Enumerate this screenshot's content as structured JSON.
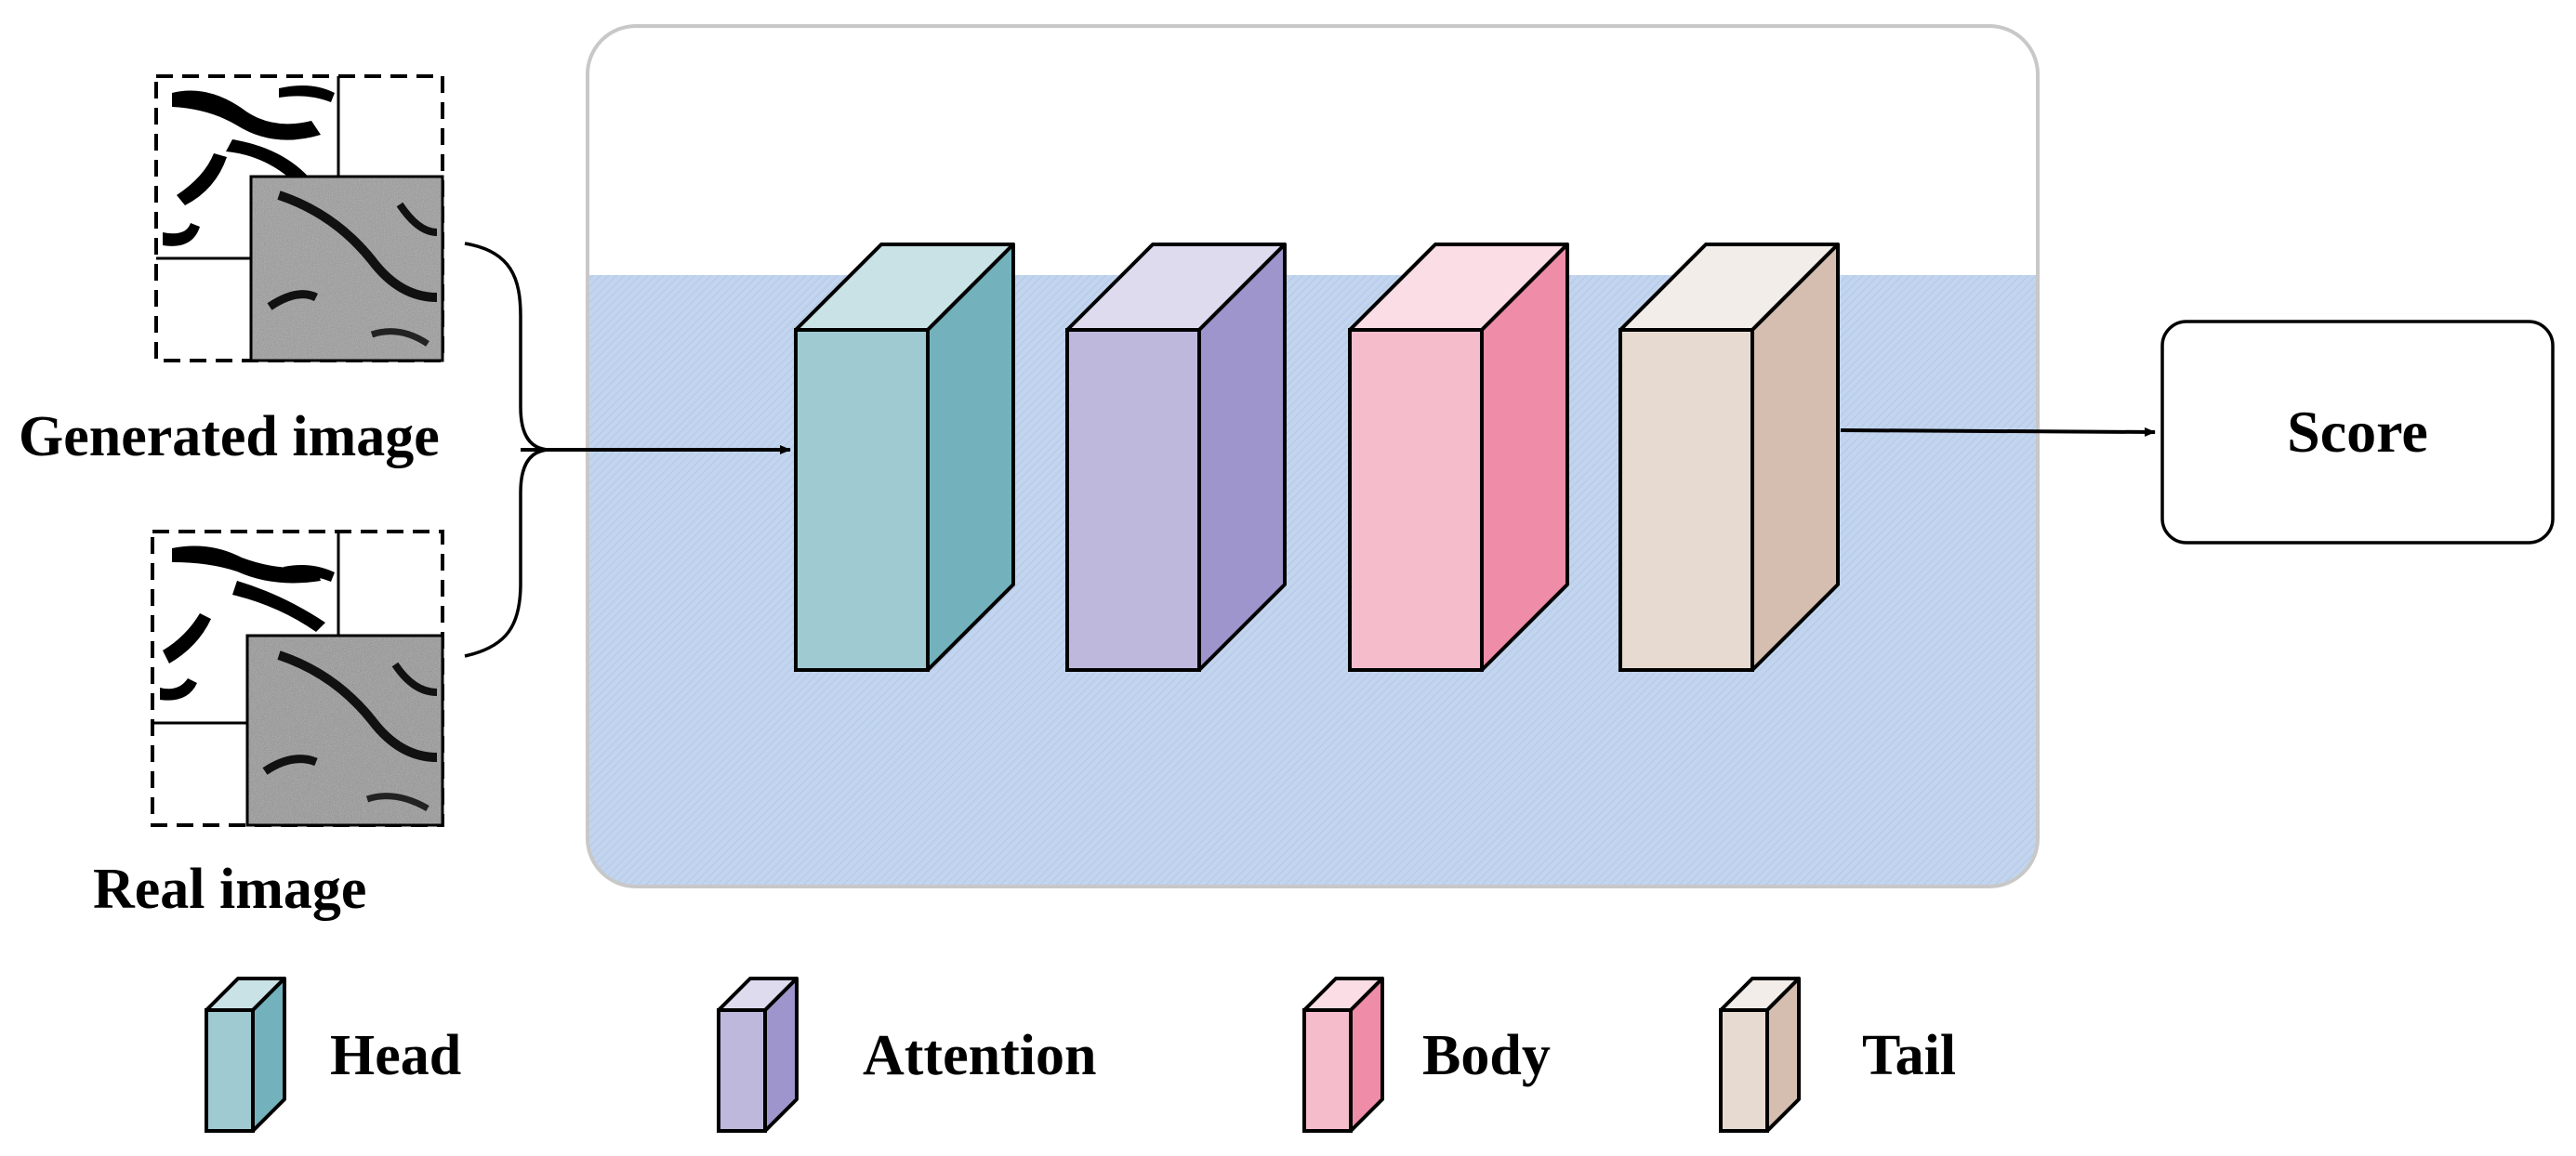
{
  "inputs": {
    "generated_label": "Generated image",
    "real_label": "Real image"
  },
  "output": {
    "label": "Score"
  },
  "blocks": [
    {
      "key": "head",
      "front": "#9FCAD1",
      "side": "#73B2BC",
      "top": "#C9E2E6"
    },
    {
      "key": "attention",
      "front": "#BEB8DD",
      "side": "#9E95CC",
      "top": "#DEDBEF"
    },
    {
      "key": "body",
      "front": "#F5BCCC",
      "side": "#EF8CA7",
      "top": "#FADDE5"
    },
    {
      "key": "tail",
      "front": "#E6DAD1",
      "side": "#D5BDAF",
      "top": "#F2EDE9"
    }
  ],
  "legend": [
    {
      "label": "Head"
    },
    {
      "label": "Attention"
    },
    {
      "label": "Body"
    },
    {
      "label": "Tail"
    }
  ],
  "colors": {
    "panel_fill": "#C3D5EE",
    "panel_border": "#C8C8C8",
    "stroke": "#000000"
  }
}
